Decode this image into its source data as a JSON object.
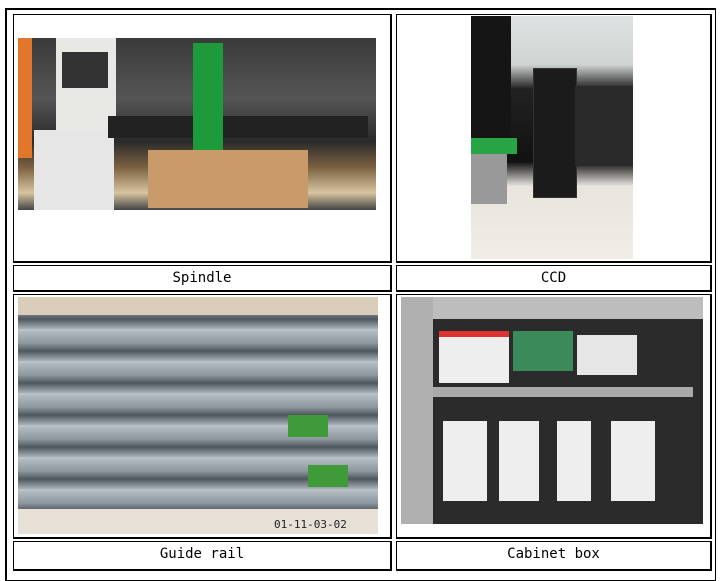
{
  "cells": [
    {
      "label": "Spindle",
      "image": "cnc-router-machine-photo"
    },
    {
      "label": "CCD",
      "image": "ccd-camera-photo"
    },
    {
      "label": "Guide rail",
      "image": "guide-rail-photo"
    },
    {
      "label": "Cabinet box",
      "image": "cabinet-box-photo"
    }
  ],
  "photo_text": "01-11-03-02"
}
